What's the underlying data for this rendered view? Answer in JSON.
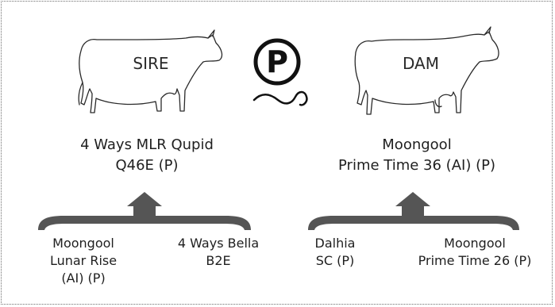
{
  "sire": {
    "badge": "SIRE",
    "name_line1": "4 Ways MLR Qupid",
    "name_line2": "Q46E (P)",
    "parents": [
      {
        "lines": [
          "Moongool",
          "Lunar Rise",
          "(AI) (P)"
        ]
      },
      {
        "lines": [
          "4 Ways Bella",
          "B2E"
        ]
      }
    ]
  },
  "dam": {
    "badge": "DAM",
    "name_line1": "Moongool",
    "name_line2": "Prime Time 36 (AI) (P)",
    "parents": [
      {
        "lines": [
          "Dalhia",
          "SC (P)"
        ]
      },
      {
        "lines": [
          "Moongool",
          "Prime Time 26 (P)"
        ]
      }
    ]
  },
  "poll_symbol": "P",
  "colors": {
    "line": "#1a1a1a",
    "arrow": "#555555",
    "frame": "#6f6f6f"
  }
}
